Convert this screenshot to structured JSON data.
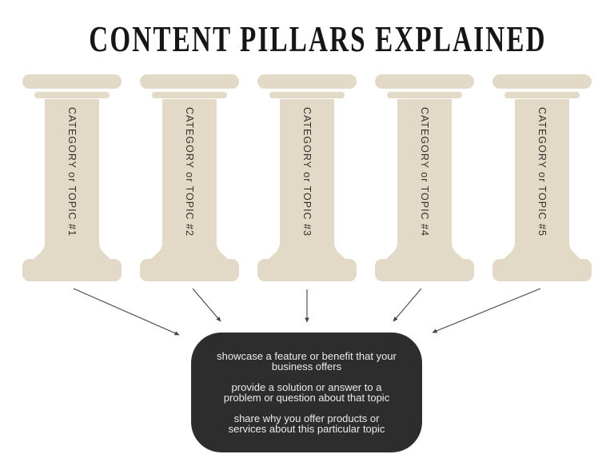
{
  "title": "CONTENT PILLARS EXPLAINED",
  "pillars": [
    {
      "label": "CATEGORY or TOPIC #1"
    },
    {
      "label": "CATEGORY or TOPIC #2"
    },
    {
      "label": "CATEGORY or TOPIC #3"
    },
    {
      "label": "CATEGORY or TOPIC #4"
    },
    {
      "label": "CATEGORY or TOPIC #5"
    }
  ],
  "info_box": {
    "points": [
      "showcase a feature or benefit that your business offers",
      "provide a solution or answer to a problem or question about that topic",
      "share why you offer products or services about this particular topic"
    ]
  },
  "colors": {
    "pillar_fill": "#e3d9c7",
    "pillar_text": "#35322b",
    "title_text": "#161616",
    "box_background": "#2e2d2d",
    "box_text": "#eaeaea",
    "arrow": "#444444",
    "page_background": "#ffffff"
  }
}
